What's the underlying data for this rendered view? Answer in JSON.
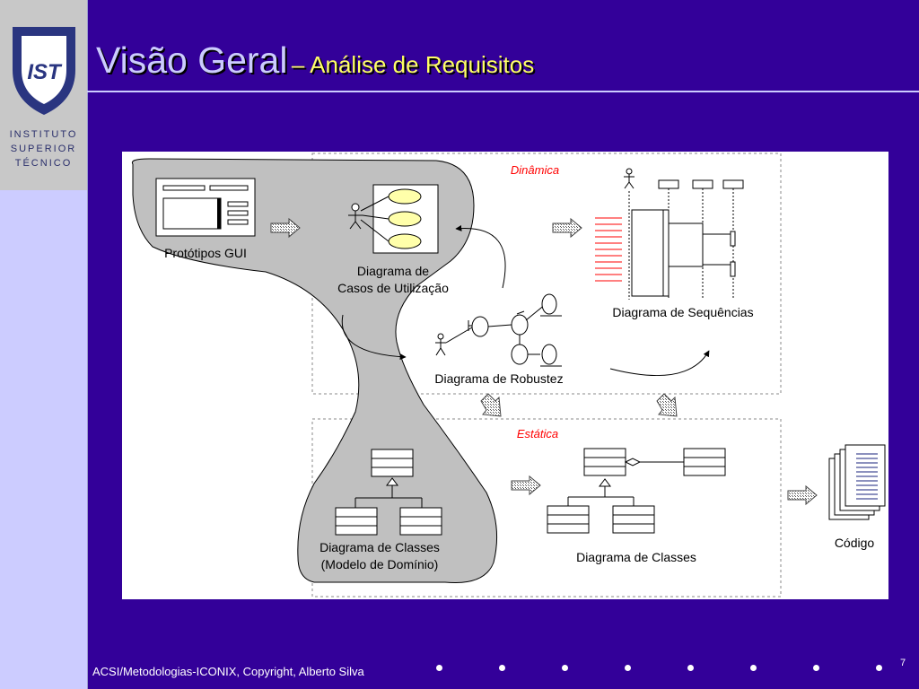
{
  "slide": {
    "title_main": "Visão Geral",
    "title_sub": "– Análise de Requisitos",
    "footer": "ACSI/Metodologias-ICONIX, Copyright, Alberto Silva",
    "page_number": "7"
  },
  "logo": {
    "monogram": "IST",
    "line1": "INSTITUTO",
    "line2": "SUPERIOR",
    "line3": "TÉCNICO"
  },
  "diagram": {
    "region_dynamic": "Dinâmica",
    "region_static": "Estática",
    "label_gui": "Protótipos GUI",
    "label_usecase_1": "Diagrama de",
    "label_usecase_2": "Casos de Utilização",
    "label_robustness": "Diagrama de Robustez",
    "label_sequence": "Diagrama de Sequências",
    "label_domain_1": "Diagrama de Classes",
    "label_domain_2": "(Modelo de Domínio)",
    "label_classes": "Diagrama de Classes",
    "label_code": "Código"
  },
  "colors": {
    "background": "#330099",
    "sidebar": "#ccccff",
    "title": "#ccccff",
    "subtitle": "#ffff66",
    "region_label": "#ff0000",
    "blob": "#c0c0c0"
  }
}
